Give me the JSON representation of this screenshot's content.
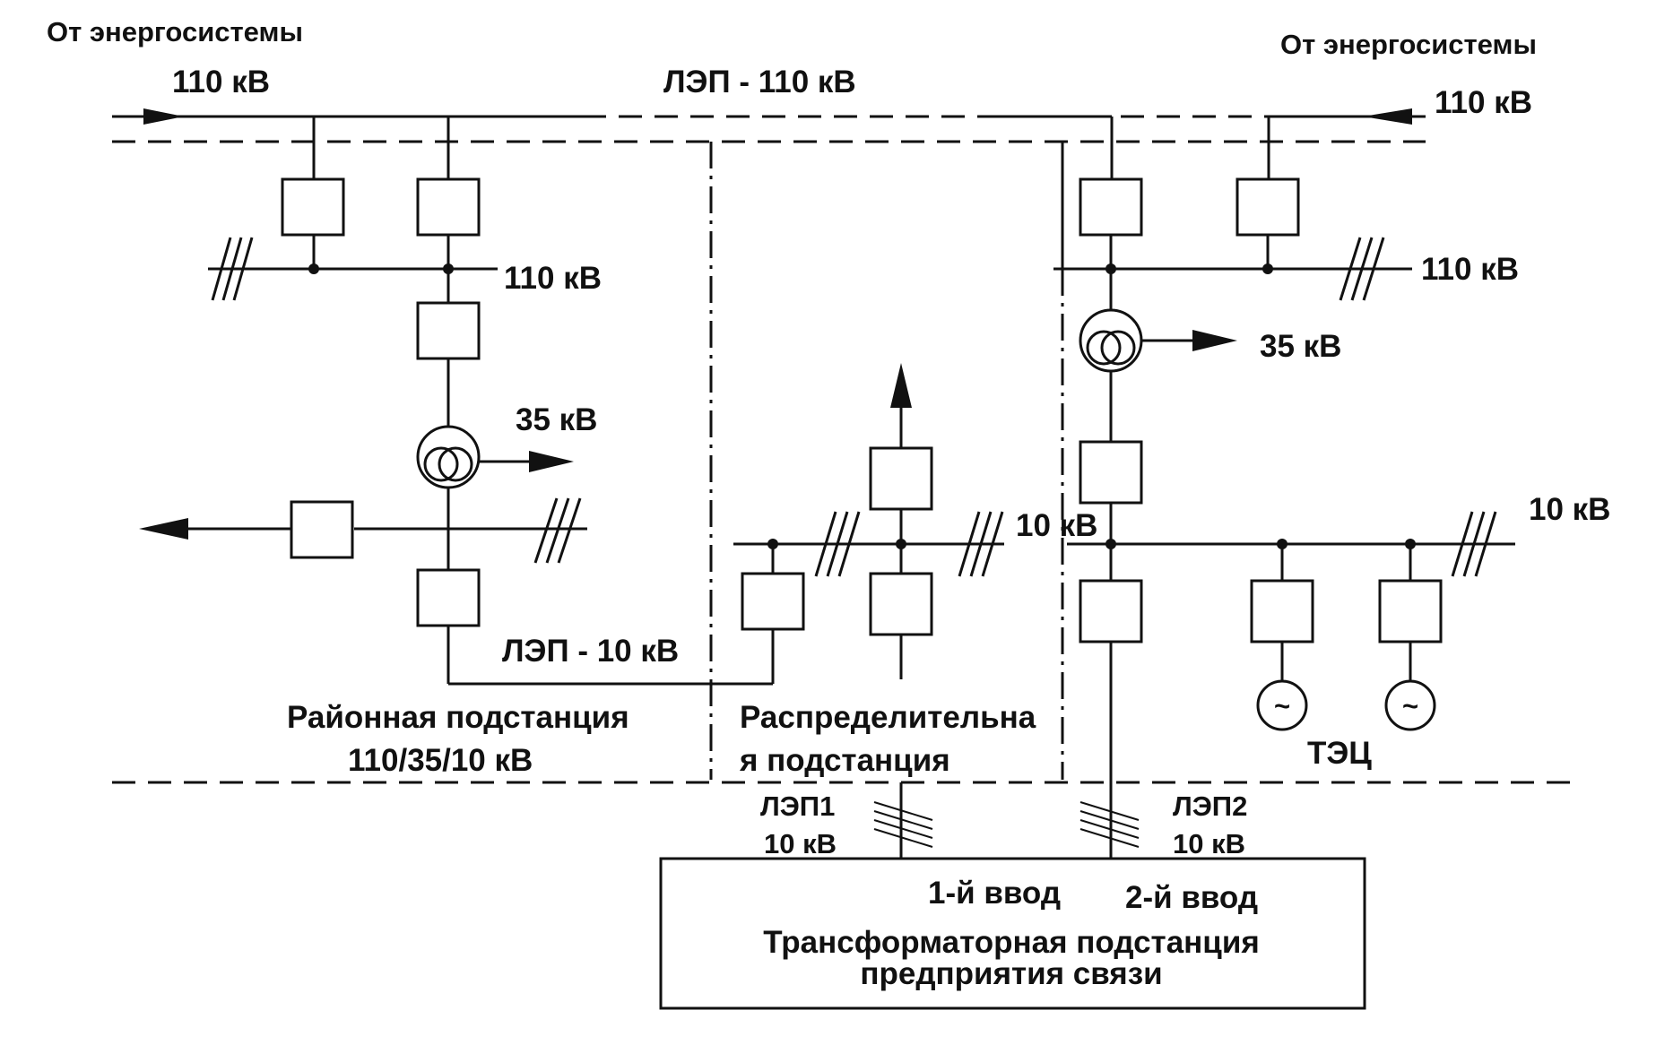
{
  "diagram": {
    "labels": {
      "from_grid_left": "От энергосистемы",
      "from_grid_right": "От энергосистемы",
      "kv110_in_left": "110 кВ",
      "kv110_in_right": "110 кВ",
      "lep_110": "ЛЭП - 110 кВ",
      "kv110_bus_left": "110 кВ",
      "kv110_bus_right": "110 кВ",
      "kv35_left": "35 кВ",
      "kv35_right": "35 кВ",
      "kv10_mid": "10 кВ",
      "kv10_right": "10 кВ",
      "lep_10": "ЛЭП - 10 кВ",
      "district_sub_line1": "Районная подстанция",
      "district_sub_line2": "110/35/10 кВ",
      "distribution_sub_line1": "Распределительна",
      "distribution_sub_line2": "я подстанция",
      "chp": "ТЭЦ",
      "lep1_line1": "ЛЭП1",
      "lep1_line2": "10 кВ",
      "lep2_line1": "ЛЭП2",
      "lep2_line2": "10 кВ",
      "input1": "1-й ввод",
      "input2": "2-й ввод",
      "enterprise_sub_line1": "Трансформаторная подстанция",
      "enterprise_sub_line2": "предприятия связи"
    },
    "symbols": {
      "generator_glyph": "~"
    },
    "colors": {
      "ink": "#111111",
      "background": "#ffffff"
    }
  }
}
